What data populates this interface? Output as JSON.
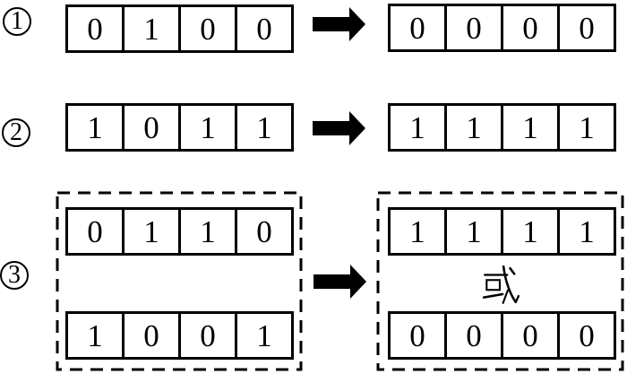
{
  "title": "bit-register-transformation-diagram",
  "colors": {
    "ink": "#000000",
    "background": "#ffffff"
  },
  "rows": [
    {
      "number": "1",
      "input": [
        "0",
        "1",
        "0",
        "0"
      ],
      "output": [
        "0",
        "0",
        "0",
        "0"
      ]
    },
    {
      "number": "2",
      "input": [
        "1",
        "0",
        "1",
        "1"
      ],
      "output": [
        "1",
        "1",
        "1",
        "1"
      ]
    },
    {
      "number": "3",
      "input_top": [
        "0",
        "1",
        "1",
        "0"
      ],
      "input_bottom": [
        "1",
        "0",
        "0",
        "1"
      ],
      "output_top": [
        "1",
        "1",
        "1",
        "1"
      ],
      "or_label": "或",
      "output_bottom": [
        "0",
        "0",
        "0",
        "0"
      ]
    }
  ]
}
